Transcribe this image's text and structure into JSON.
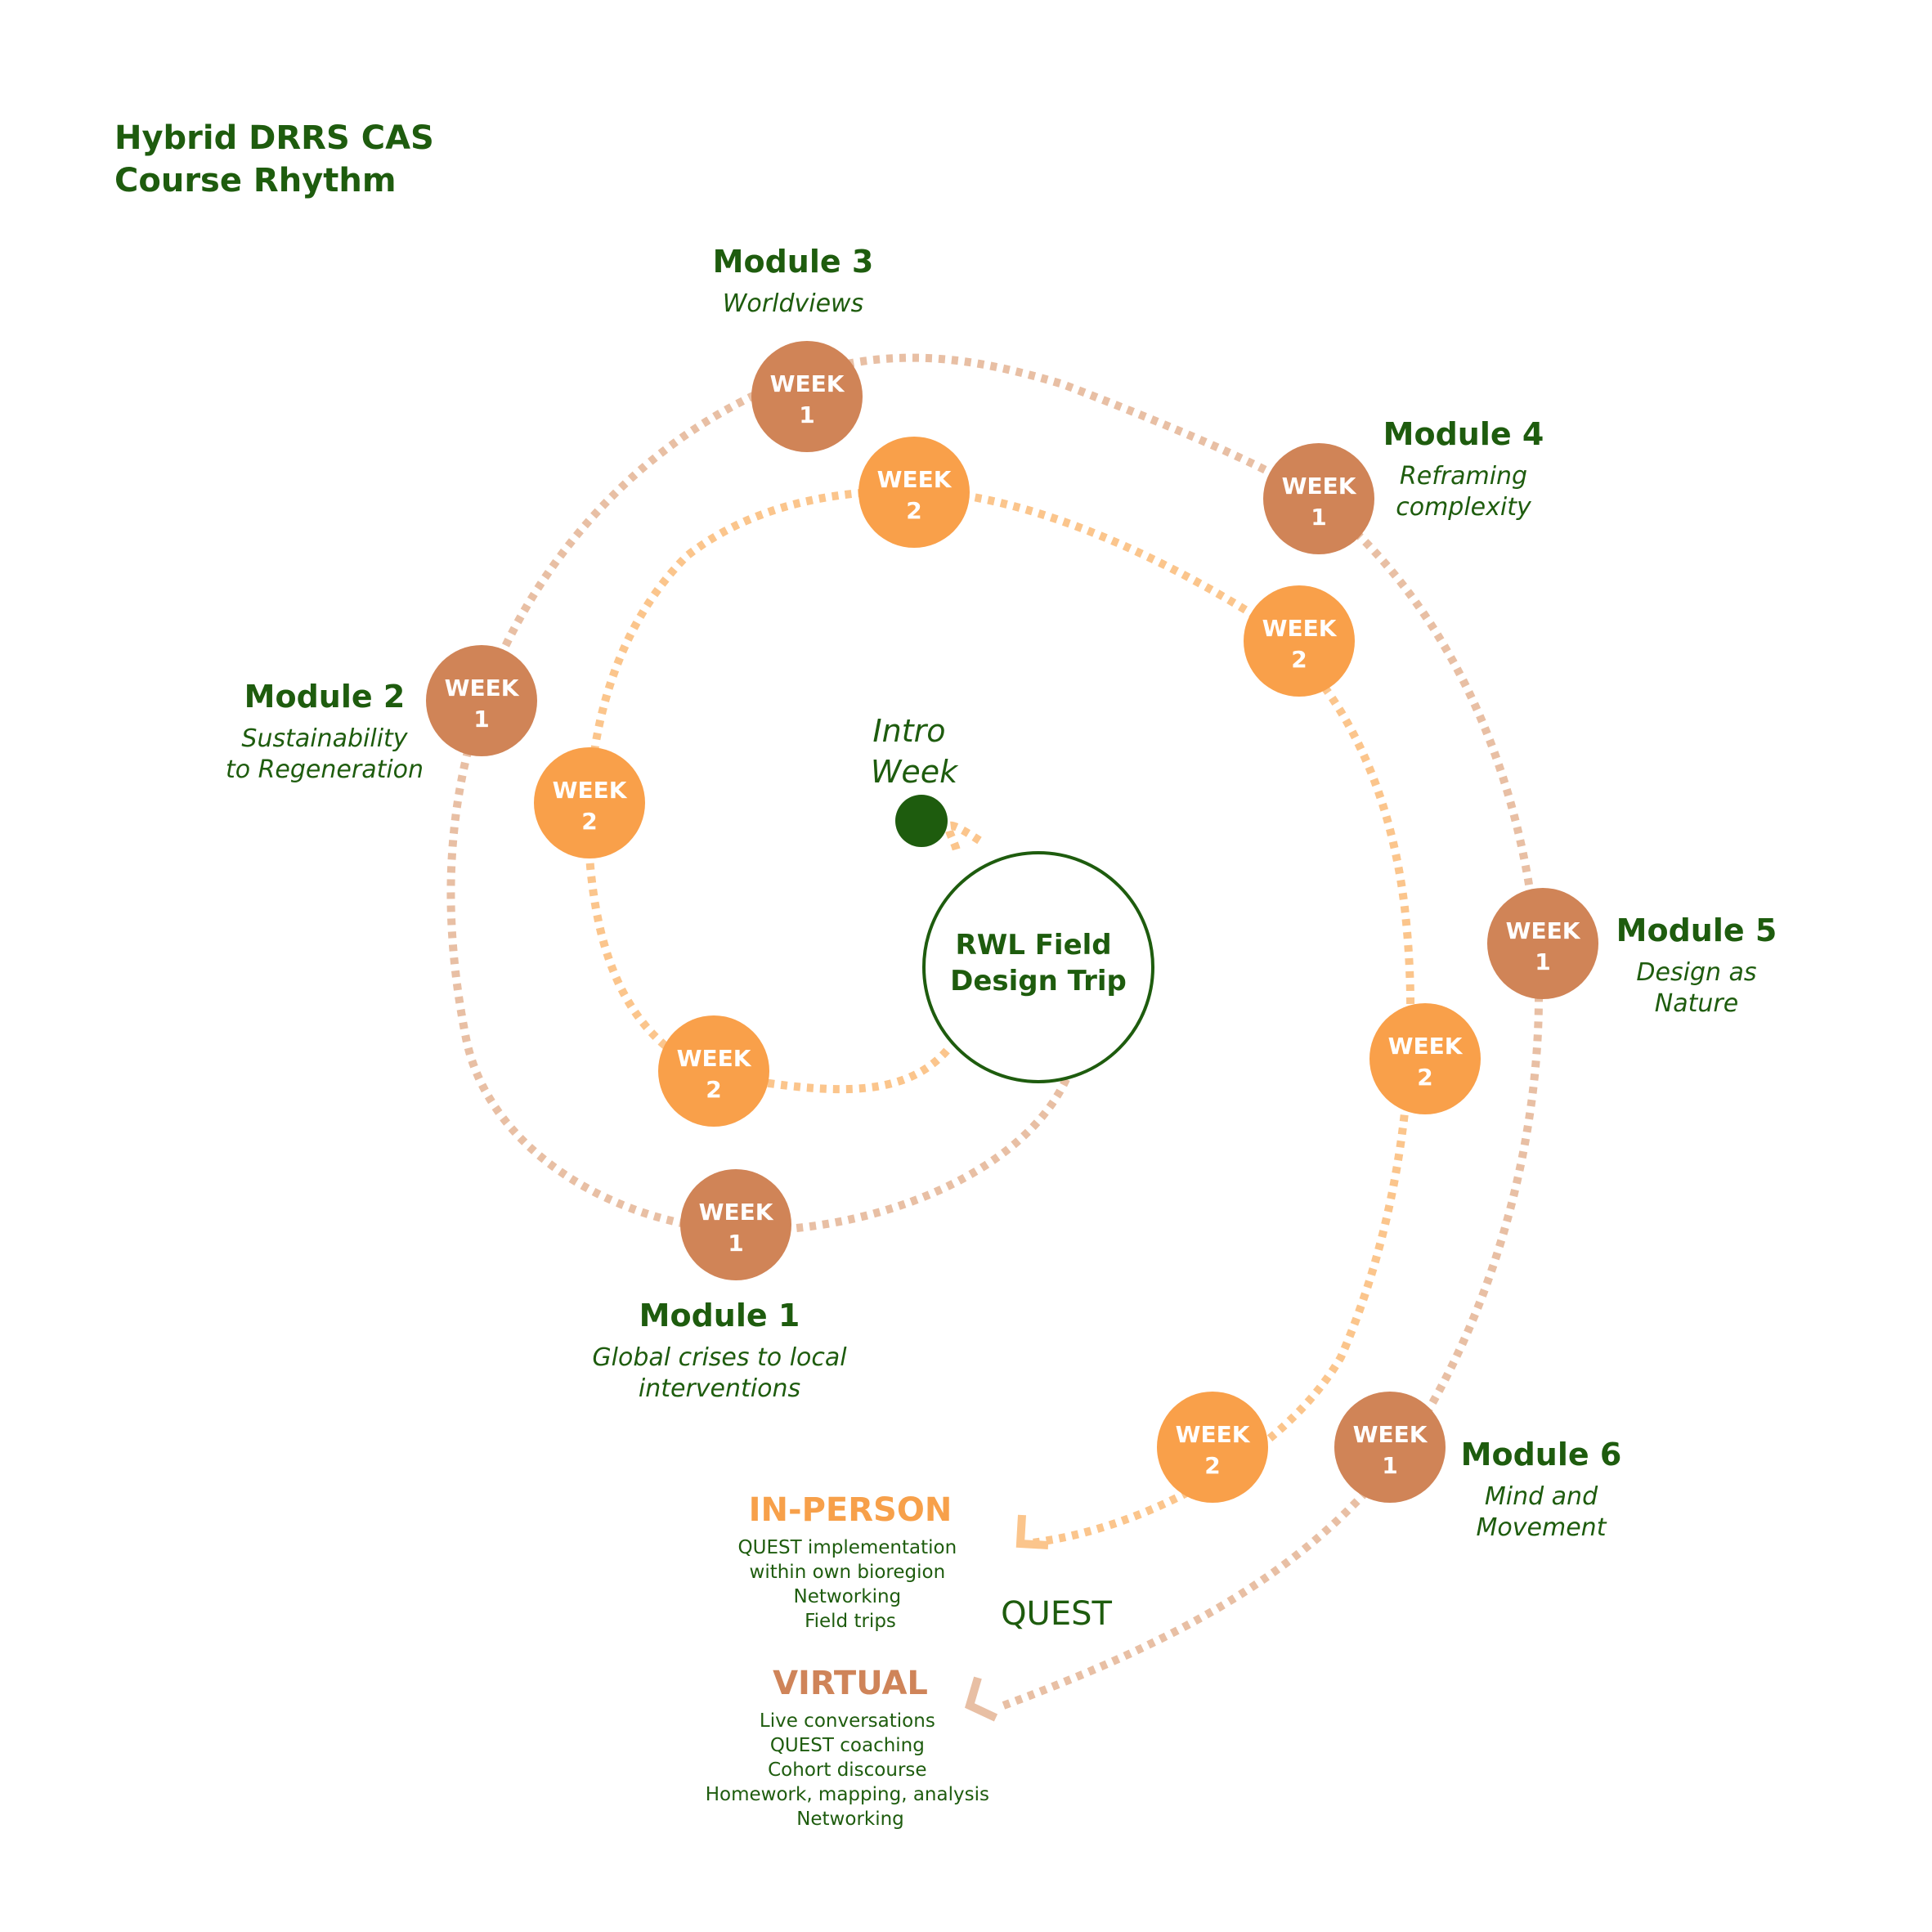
{
  "title": [
    "Hybrid DRRS CAS",
    "Course Rhythm"
  ],
  "center": {
    "lines": [
      "RWL Field",
      "Design Trip"
    ]
  },
  "intro": {
    "lines": [
      "Intro",
      "Week"
    ]
  },
  "week_label": "WEEK",
  "weeks": [
    {
      "id": "m1-w1",
      "num": "1",
      "kind": "virtual"
    },
    {
      "id": "m1-w2",
      "num": "2",
      "kind": "in-person"
    },
    {
      "id": "m2-w1",
      "num": "1",
      "kind": "virtual"
    },
    {
      "id": "m2-w2",
      "num": "2",
      "kind": "in-person"
    },
    {
      "id": "m3-w1",
      "num": "1",
      "kind": "virtual"
    },
    {
      "id": "m3-w2",
      "num": "2",
      "kind": "in-person"
    },
    {
      "id": "m4-w1",
      "num": "1",
      "kind": "virtual"
    },
    {
      "id": "m4-w2",
      "num": "2",
      "kind": "in-person"
    },
    {
      "id": "m5-w1",
      "num": "1",
      "kind": "virtual"
    },
    {
      "id": "m5-w2",
      "num": "2",
      "kind": "in-person"
    },
    {
      "id": "m6-w1",
      "num": "1",
      "kind": "virtual"
    },
    {
      "id": "m6-w2",
      "num": "2",
      "kind": "in-person"
    }
  ],
  "modules": [
    {
      "title": "Module 1",
      "subtitle": [
        "Global crises to local",
        "interventions"
      ]
    },
    {
      "title": "Module 2",
      "subtitle": [
        "Sustainability",
        "to Regeneration"
      ]
    },
    {
      "title": "Module 3",
      "subtitle": [
        "Worldviews"
      ]
    },
    {
      "title": "Module 4",
      "subtitle": [
        "Reframing",
        "complexity"
      ]
    },
    {
      "title": "Module 5",
      "subtitle": [
        "Design as",
        "Nature"
      ]
    },
    {
      "title": "Module 6",
      "subtitle": [
        "Mind and",
        "Movement"
      ]
    }
  ],
  "quest": "QUEST",
  "legend": {
    "in_person": {
      "title": "IN-PERSON",
      "items": [
        "QUEST implementation",
        "within own bioregion",
        "Networking",
        "Field trips"
      ]
    },
    "virtual": {
      "title": "VIRTUAL",
      "items": [
        "Live conversations",
        "QUEST coaching",
        "Cohort discourse",
        "Homework, mapping, analysis",
        "Networking"
      ]
    }
  },
  "colors": {
    "dark_green": "#1e5c0e",
    "virtual_fill": "#d08457",
    "in_person_fill": "#f9a04a",
    "virtual_path": "#e8bfa4",
    "in_person_path": "#fbc58c"
  }
}
